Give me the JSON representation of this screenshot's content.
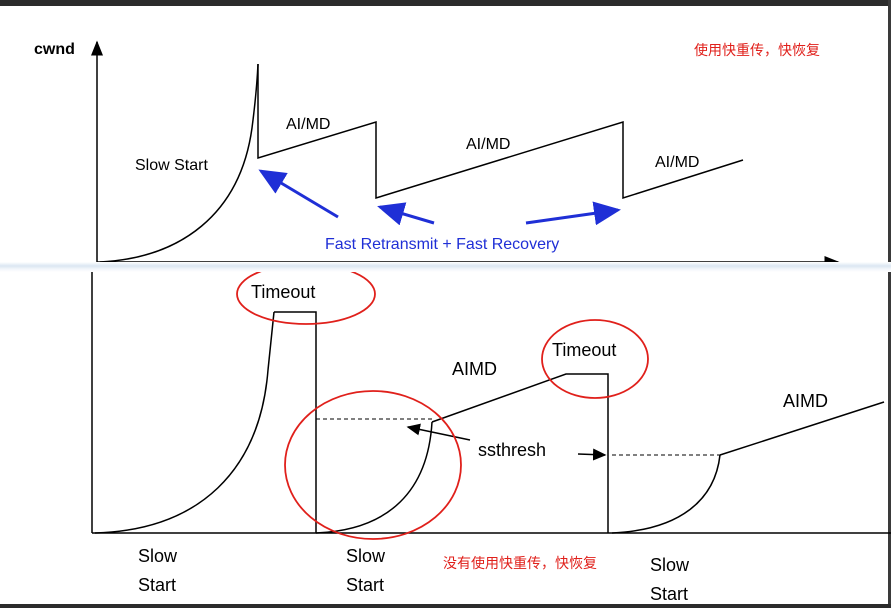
{
  "top_diagram": {
    "y_axis_label": "cwnd",
    "note": "使用快重传，快恢复",
    "slow_start_label": "Slow Start",
    "aimd_label": "AI/MD",
    "fast_recovery_label": "Fast Retransmit + Fast Recovery"
  },
  "bottom_diagram": {
    "timeout_label": "Timeout",
    "aimd_label": "AIMD",
    "ssthresh_label": "ssthresh",
    "slow_label": "Slow",
    "start_label": "Start",
    "note": "没有使用快重传，快恢复"
  },
  "colors": {
    "line": "#000000",
    "arrow_blue": "#1f2fd6",
    "fast_text": "#1f2fd6",
    "note_red": "#e0201b",
    "circle_red": "#e0201b"
  }
}
